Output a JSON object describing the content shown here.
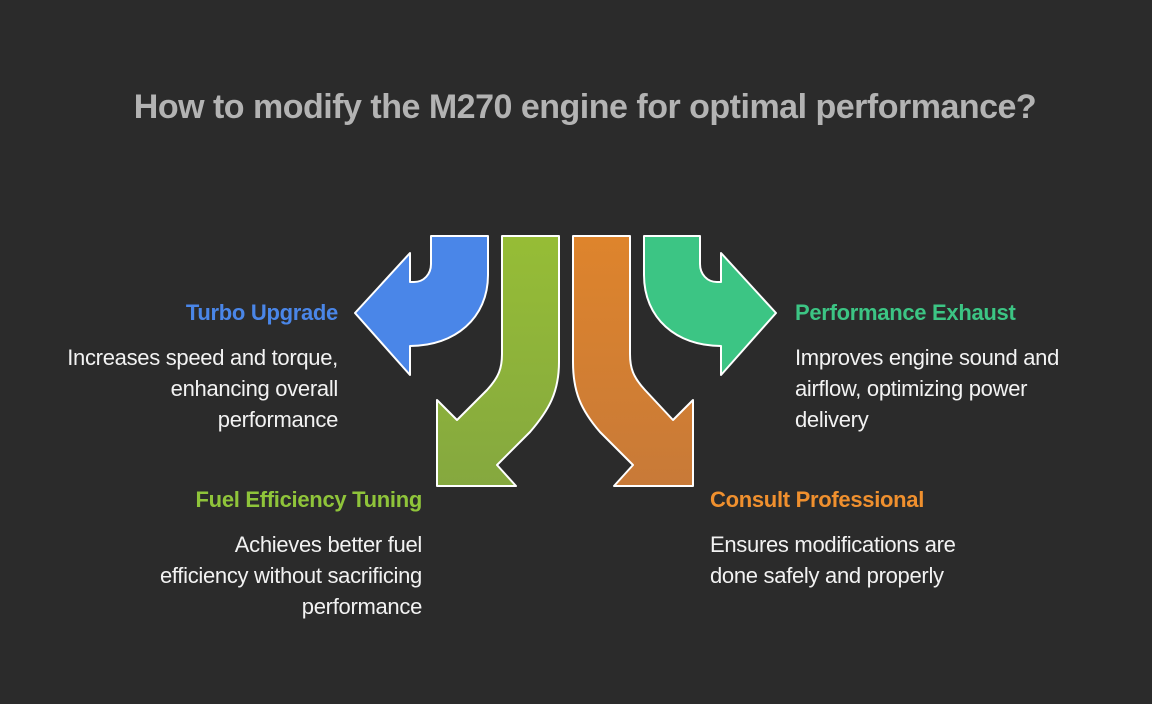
{
  "title": "How to modify the M270 engine for optimal performance?",
  "colors": {
    "background": "#2b2b2b",
    "title": "#b3b3b3",
    "outline": "#ffffff",
    "turbo": "#4a86e8",
    "fuel": "#8fb83a",
    "consult": "#d7822f",
    "exhaust": "#3cc584"
  },
  "options": [
    {
      "id": "turbo",
      "heading": "Turbo Upgrade",
      "description_lines": [
        "Increases speed and torque,",
        "enhancing overall",
        "performance"
      ],
      "color": "#4a86e8",
      "arrow_direction": "left"
    },
    {
      "id": "fuel",
      "heading": "Fuel Efficiency Tuning",
      "description_lines": [
        "Achieves better fuel",
        "efficiency without sacrificing",
        "performance"
      ],
      "color": "#8fb83a",
      "arrow_direction": "down-left"
    },
    {
      "id": "consult",
      "heading": "Consult Professional",
      "description_lines": [
        "Ensures modifications are",
        "done safely and properly"
      ],
      "color": "#f0902e",
      "arrow_direction": "down-right"
    },
    {
      "id": "exhaust",
      "heading": "Performance Exhaust",
      "description_lines": [
        "Improves engine sound and",
        "airflow, optimizing power",
        "delivery"
      ],
      "color": "#3cc584",
      "arrow_direction": "right"
    }
  ]
}
